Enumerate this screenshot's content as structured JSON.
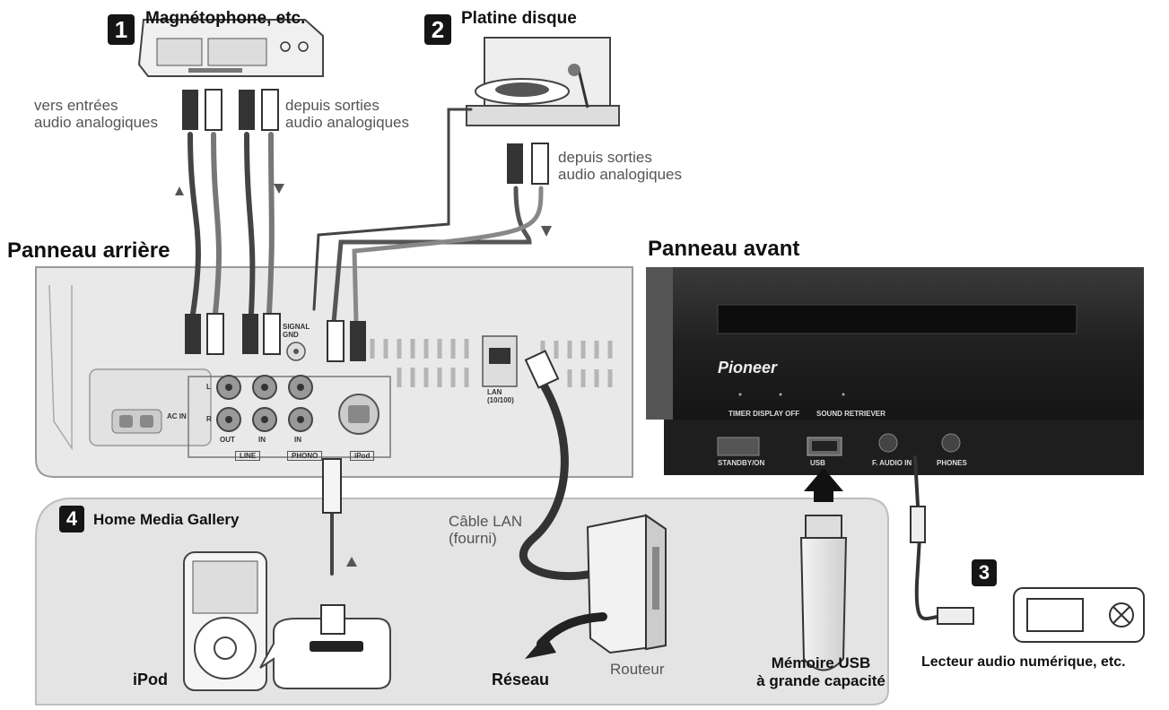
{
  "callouts": {
    "tape_deck": {
      "number": "1",
      "title": "Magnétophone, etc."
    },
    "turntable": {
      "number": "2",
      "title": "Platine disque"
    },
    "digital_player": {
      "number": "3",
      "title": "Lecteur audio numérique, etc."
    },
    "home_media": {
      "number": "4",
      "title": "Home Media Gallery"
    }
  },
  "cable_notes": {
    "to_analog_in_line1": "vers entrées",
    "to_analog_in_line2": "audio analogiques",
    "from_analog_out_line1": "depuis sorties",
    "from_analog_out_line2": "audio analogiques",
    "turntable_out_line1": "depuis sorties",
    "turntable_out_line2": "audio analogiques",
    "lan_cable_line1": "Câble LAN",
    "lan_cable_line2": "(fourni)"
  },
  "panels": {
    "rear": "Panneau arrière",
    "front": "Panneau avant"
  },
  "rear_panel_labels": {
    "ac_in": "AC IN",
    "signal_gnd": "SIGNAL GND",
    "l": "L",
    "r": "R",
    "out": "OUT",
    "in1": "IN",
    "in2": "IN",
    "line": "LINE",
    "phono": "PHONO",
    "ipod": "iPod",
    "lan": "LAN (10/100)"
  },
  "front_panel_labels": {
    "brand": "Pioneer",
    "timer_display": "TIMER DISPLAY OFF",
    "sound_retriever": "SOUND RETRIEVER",
    "standby": "STANDBY/ON",
    "usb": "USB",
    "audio_in": "F. AUDIO IN",
    "phones": "PHONES"
  },
  "devices": {
    "ipod": "iPod",
    "network": "Réseau",
    "router": "Routeur",
    "usb_memory_line1": "Mémoire USB",
    "usb_memory_line2": "à grande capacité"
  }
}
